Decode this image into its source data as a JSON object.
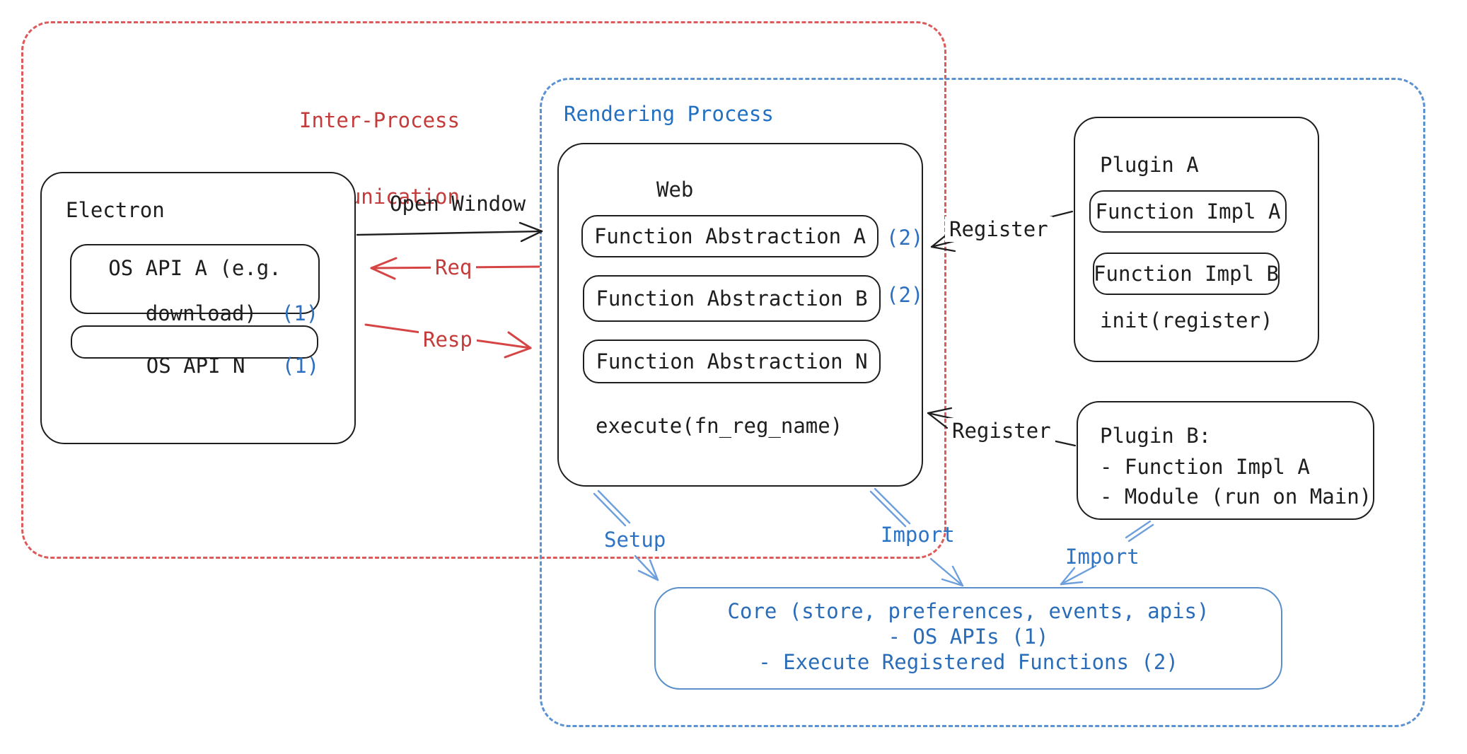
{
  "diagram": {
    "ipc": {
      "label_line1": "Inter-Process",
      "label_line2": "Communication"
    },
    "rendering": {
      "label": "Rendering Process"
    },
    "electron": {
      "title": "Electron",
      "api_a_line1": "OS API A (e.g.",
      "api_a_line2": "download)",
      "api_a_num": "(1)",
      "api_n_label": "OS API N",
      "api_n_num": "(1)"
    },
    "web": {
      "title": "Web",
      "items": [
        {
          "label": "Function Abstraction A",
          "num": "(2)"
        },
        {
          "label": "Function Abstraction B",
          "num": "(2)"
        },
        {
          "label": "Function Abstraction N",
          "num": ""
        }
      ],
      "execute": "execute(fn_reg_name)"
    },
    "plugin_a": {
      "title": "Plugin A",
      "impl_a": "Function Impl A",
      "impl_b": "Function Impl B",
      "init": "init(register)"
    },
    "plugin_b": {
      "title": "Plugin B:",
      "line1": "- Function Impl A",
      "line2": "- Module (run on Main)"
    },
    "core": {
      "line1": "Core (store, preferences, events, apis)",
      "line2": "- OS APIs (1)",
      "line3": "- Execute Registered Functions (2)"
    },
    "arrows": {
      "open_window": "Open Window",
      "req": "Req",
      "resp": "Resp",
      "register1": "Register",
      "register2": "Register",
      "setup": "Setup",
      "import1": "Import",
      "import2": "Import"
    },
    "colors": {
      "red": "#d64545",
      "red_label": "#c43b3b",
      "blue": "#2170c2",
      "blue_dash": "#5a92d2",
      "red_dash": "#dd5a5a",
      "light_arrow": "#6d9fdd",
      "core_border": "#5b8fc9",
      "core_text": "#2b6cb8",
      "black": "#1e1e1e"
    }
  }
}
